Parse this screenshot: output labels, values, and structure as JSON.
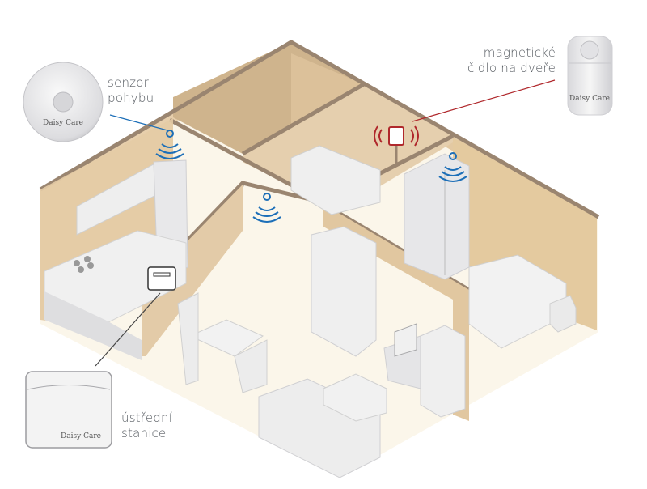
{
  "diagram": {
    "title": "Daisy Care home sensor layout",
    "brand": "Daisy Care",
    "devices": [
      {
        "id": "motion-sensor",
        "label_lines": [
          "senzor",
          "pohybu"
        ],
        "signal_color": "#1d6fb8",
        "leader_color": "#1d6fb8"
      },
      {
        "id": "door-sensor",
        "label_lines": [
          "magnetické",
          "čidlo na dveře"
        ],
        "signal_color": "#b0282c",
        "leader_color": "#b0282c"
      },
      {
        "id": "base-station",
        "label_lines": [
          "ústřední",
          "stanice"
        ],
        "leader_color": "#444444"
      }
    ],
    "motion_sensor_markers": 3,
    "colors": {
      "wall_top": "#9a8570",
      "wall_light": "#e9d4b3",
      "wall_mid": "#dcc29c",
      "wall_dark": "#c9b08c",
      "floor": "#fbf6ea",
      "furniture": "#f0f0f0",
      "furniture_shade": "#d2d2d4"
    }
  }
}
